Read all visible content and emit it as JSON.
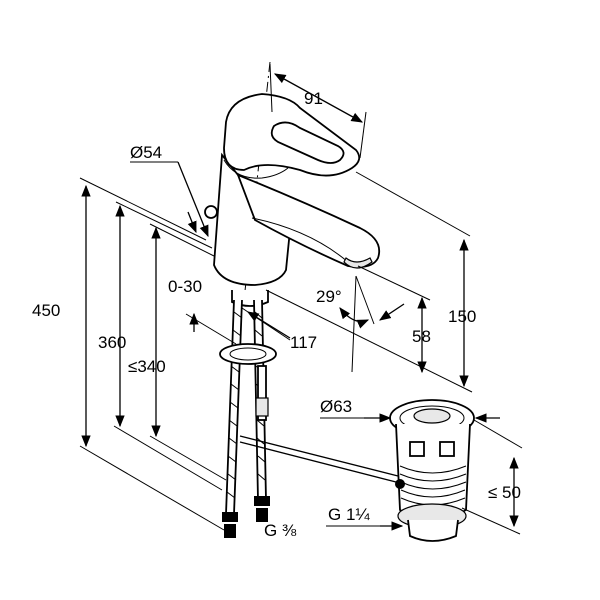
{
  "dimensions": {
    "width_91": "91",
    "dia_54": "Ø54",
    "height_450": "450",
    "height_360": "360",
    "height_340": "≤340",
    "range_0_30": "0-30",
    "angle_29": "29°",
    "length_117": "117",
    "height_58": "58",
    "height_150": "150",
    "dia_63": "Ø63",
    "height_50": "≤ 50",
    "thread_g38": "G ⅜",
    "thread_g114": "G 1¼"
  }
}
